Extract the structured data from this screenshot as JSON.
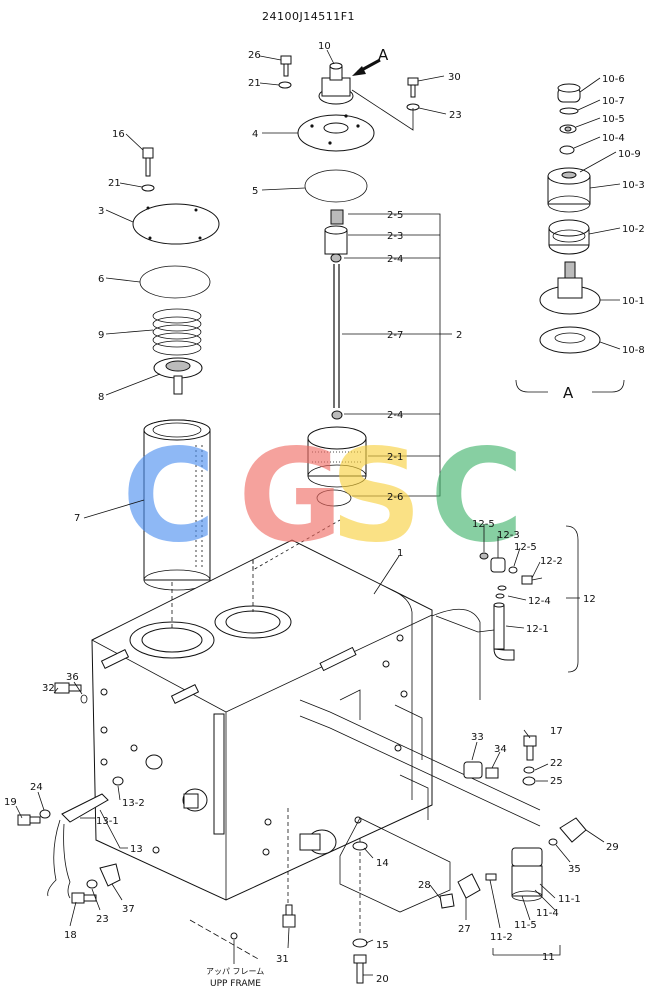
{
  "title": "24100J14511F1",
  "detail_a": {
    "arrow_label": "A",
    "caption": "A"
  },
  "watermark": {
    "letters": [
      "C",
      "G",
      "S",
      "C"
    ],
    "colors": [
      "#4a8ef0",
      "#f06a62",
      "#f7cf3b",
      "#3fb36a"
    ]
  },
  "frame_label": {
    "jp": "アッパ フレーム",
    "en": "UPP FRAME"
  },
  "callouts": {
    "p10": "10",
    "p26": "26",
    "p21a": "21",
    "p30": "30",
    "p23a": "23",
    "p4": "4",
    "p5": "5",
    "p16": "16",
    "p21b": "21",
    "p3": "3",
    "p6": "6",
    "p9": "9",
    "p8": "8",
    "p7": "7",
    "p1": "1",
    "p2_5": "2-5",
    "p2_3": "2-3",
    "p2_4a": "2-4",
    "p2_7": "2-7",
    "p2": "2",
    "p2_4b": "2-4",
    "p2_1": "2-1",
    "p2_6": "2-6",
    "p10_6": "10-6",
    "p10_7": "10-7",
    "p10_5": "10-5",
    "p10_4": "10-4",
    "p10_9": "10-9",
    "p10_3": "10-3",
    "p10_2": "10-2",
    "p10_1": "10-1",
    "p10_8": "10-8",
    "p12_5a": "12-5",
    "p12_3": "12-3",
    "p12_5b": "12-5",
    "p12_2": "12-2",
    "p12_4": "12-4",
    "p12": "12",
    "p12_1": "12-1",
    "p32": "32",
    "p36": "36",
    "p24": "24",
    "p19": "19",
    "p13_2": "13-2",
    "p13_1": "13-1",
    "p13": "13",
    "p18": "18",
    "p23b": "23",
    "p37": "37",
    "p31": "31",
    "p33": "33",
    "p34": "34",
    "p17": "17",
    "p22": "22",
    "p25": "25",
    "p29": "29",
    "p35": "35",
    "p14": "14",
    "p28": "28",
    "p27": "27",
    "p11_1": "11-1",
    "p11_4": "11-4",
    "p11_5": "11-5",
    "p11_2": "11-2",
    "p11": "11",
    "p15": "15",
    "p20": "20"
  }
}
